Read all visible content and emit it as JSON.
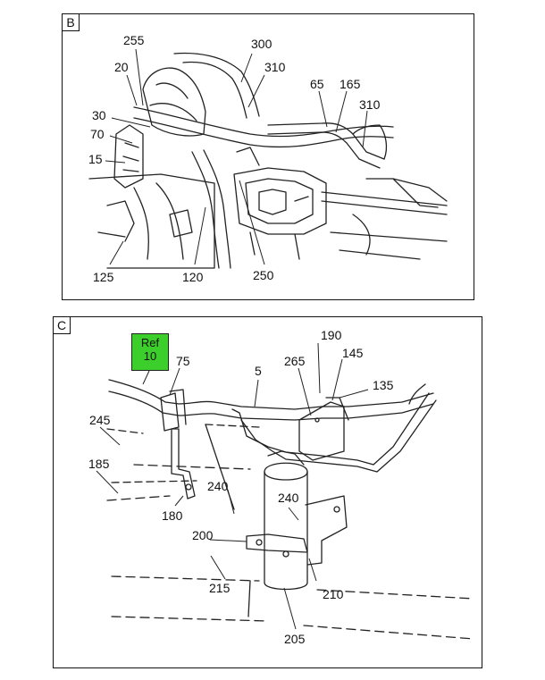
{
  "panels": [
    {
      "letter": "B",
      "callouts": [
        "255",
        "300",
        "20",
        "310",
        "65",
        "165",
        "310",
        "30",
        "70",
        "15",
        "125",
        "120",
        "250"
      ]
    },
    {
      "letter": "C",
      "ref_box": {
        "line1": "Ref",
        "line2": "10",
        "color": "#3ccf2b"
      },
      "callouts": [
        "75",
        "190",
        "145",
        "5",
        "265",
        "135",
        "245",
        "185",
        "240",
        "180",
        "240",
        "200",
        "215",
        "210",
        "205"
      ]
    }
  ]
}
